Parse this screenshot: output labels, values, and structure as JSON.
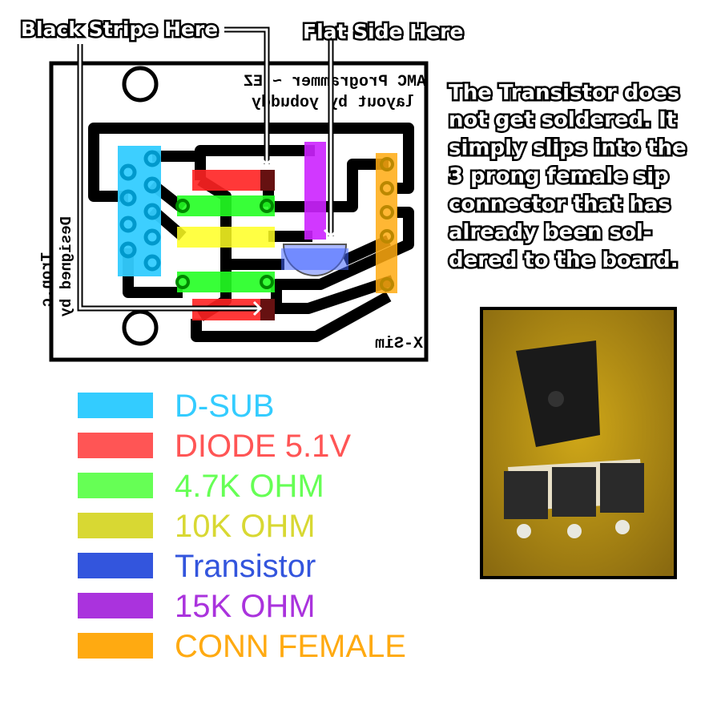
{
  "callouts": {
    "black_stripe": "Black Stripe Here",
    "flat_side": "Flat Side Here"
  },
  "board": {
    "title_line1": "AMC Programmer ~ EZ",
    "title_line2": "layout by yobuddy",
    "designer_line1": "Designed by",
    "designer_line2": "Tron.c",
    "brand": "X-Sim"
  },
  "note": {
    "lines": [
      "The Transistor does",
      "not get soldered. It",
      "simply slips into the",
      "3 prong female sip",
      "connector that has",
      "already been sol-",
      "dered to the board."
    ]
  },
  "legend": [
    {
      "label": "D-SUB",
      "color": "#33ccff"
    },
    {
      "label": "DIODE 5.1V",
      "color": "#ff5555"
    },
    {
      "label": "4.7K OHM",
      "color": "#66ff55"
    },
    {
      "label": "10K OHM",
      "color": "#d8d833"
    },
    {
      "label": "Transistor",
      "color": "#3355dd"
    },
    {
      "label": "15K OHM",
      "color": "#aa33dd"
    },
    {
      "label": "CONN FEMALE",
      "color": "#ffaa11"
    }
  ]
}
